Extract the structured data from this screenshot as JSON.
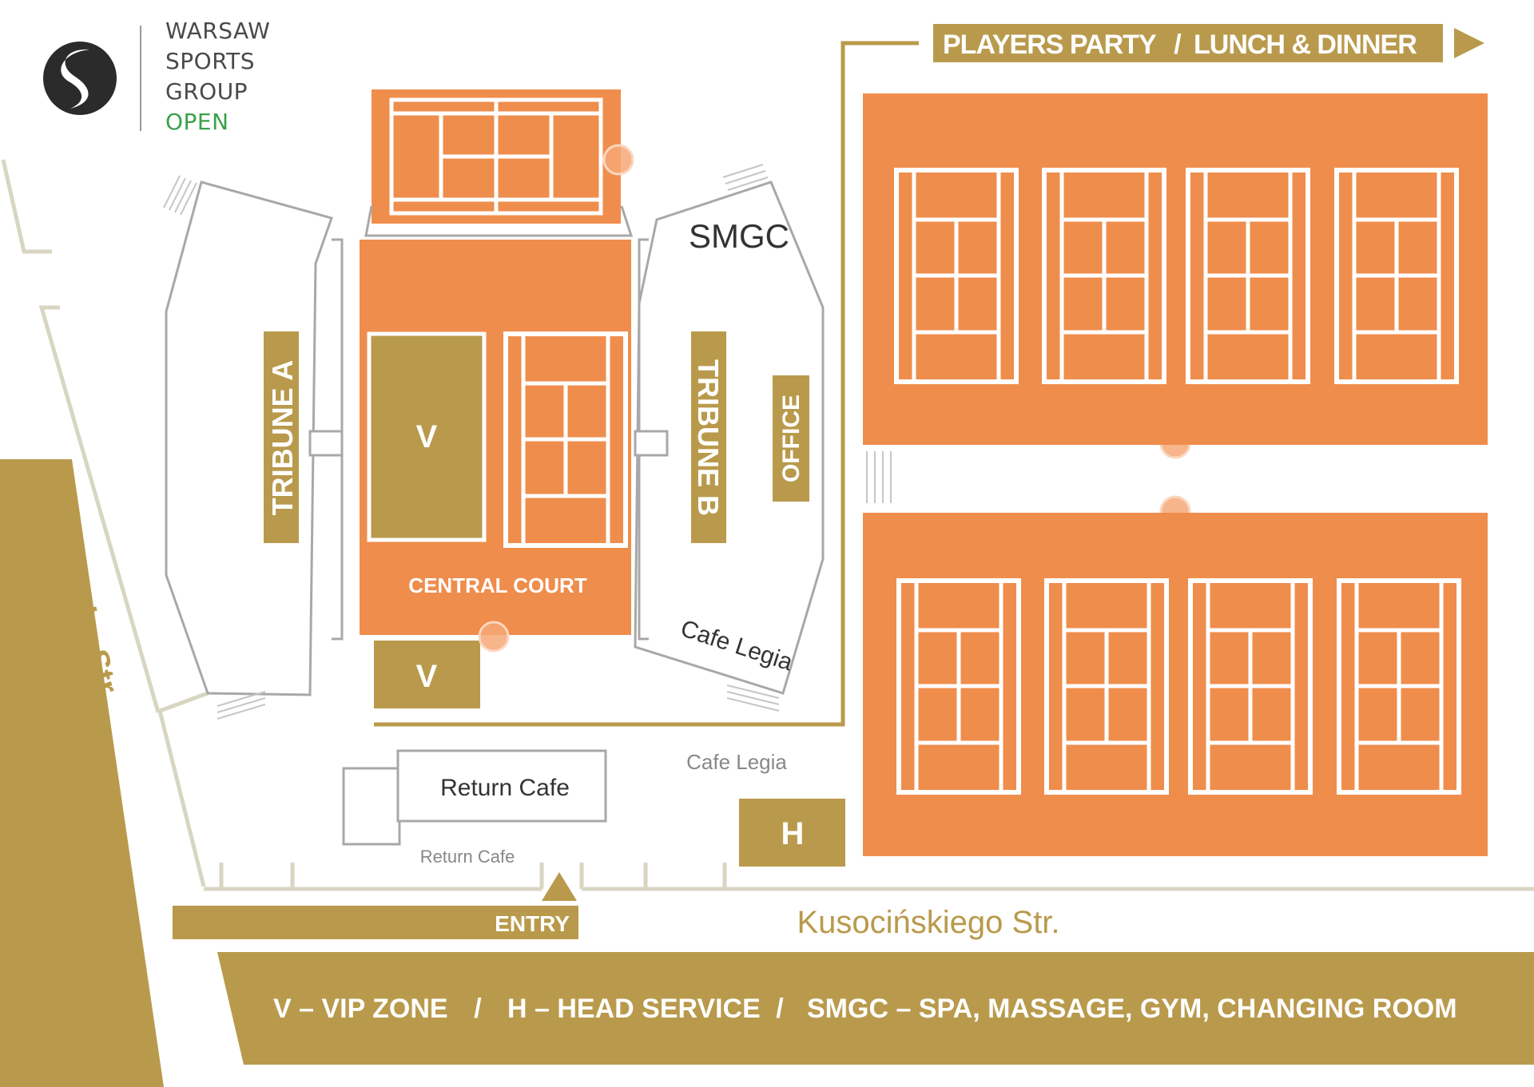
{
  "logo": {
    "lines": [
      "WARSAW",
      "SPORTS",
      "GROUP",
      "OPEN"
    ],
    "colors": {
      "text": "#4a4a4a",
      "accent": "#3aa14a",
      "mark": "#2b2b2b"
    }
  },
  "colors": {
    "clay": "#ef8d4c",
    "gold": "#b99a4c",
    "outline": "#a8a8a8",
    "road": "#d8d6c3",
    "white": "#ffffff"
  },
  "header_banner": {
    "left": "PLAYERS PARTY",
    "separator": "/",
    "right": "LUNCH & DINNER",
    "icon": "arrow-right-icon"
  },
  "venue": {
    "central_court": "CENTRAL COURT",
    "vip_label": "V",
    "tribune_a": "TRIBUNE A",
    "tribune_b": "TRIBUNE B",
    "office": "OFFICE",
    "smgc": "SMGC",
    "cafe_legia_building": "Cafe Legia",
    "cafe_legia_caption": "Cafe Legia",
    "return_cafe_building": "Return Cafe",
    "return_cafe_caption": "Return Cafe",
    "head_service": "H",
    "entry": "ENTRY"
  },
  "streets": {
    "west": "Myśliwiecka Str.",
    "south": "Kusocińskiego Str."
  },
  "legend": {
    "v": "V – VIP ZONE",
    "sep1": "/",
    "h": "H – HEAD SERVICE",
    "sep2": "/",
    "smgc": "SMGC – SPA, MASSAGE, GYM, CHANGING ROOM"
  }
}
